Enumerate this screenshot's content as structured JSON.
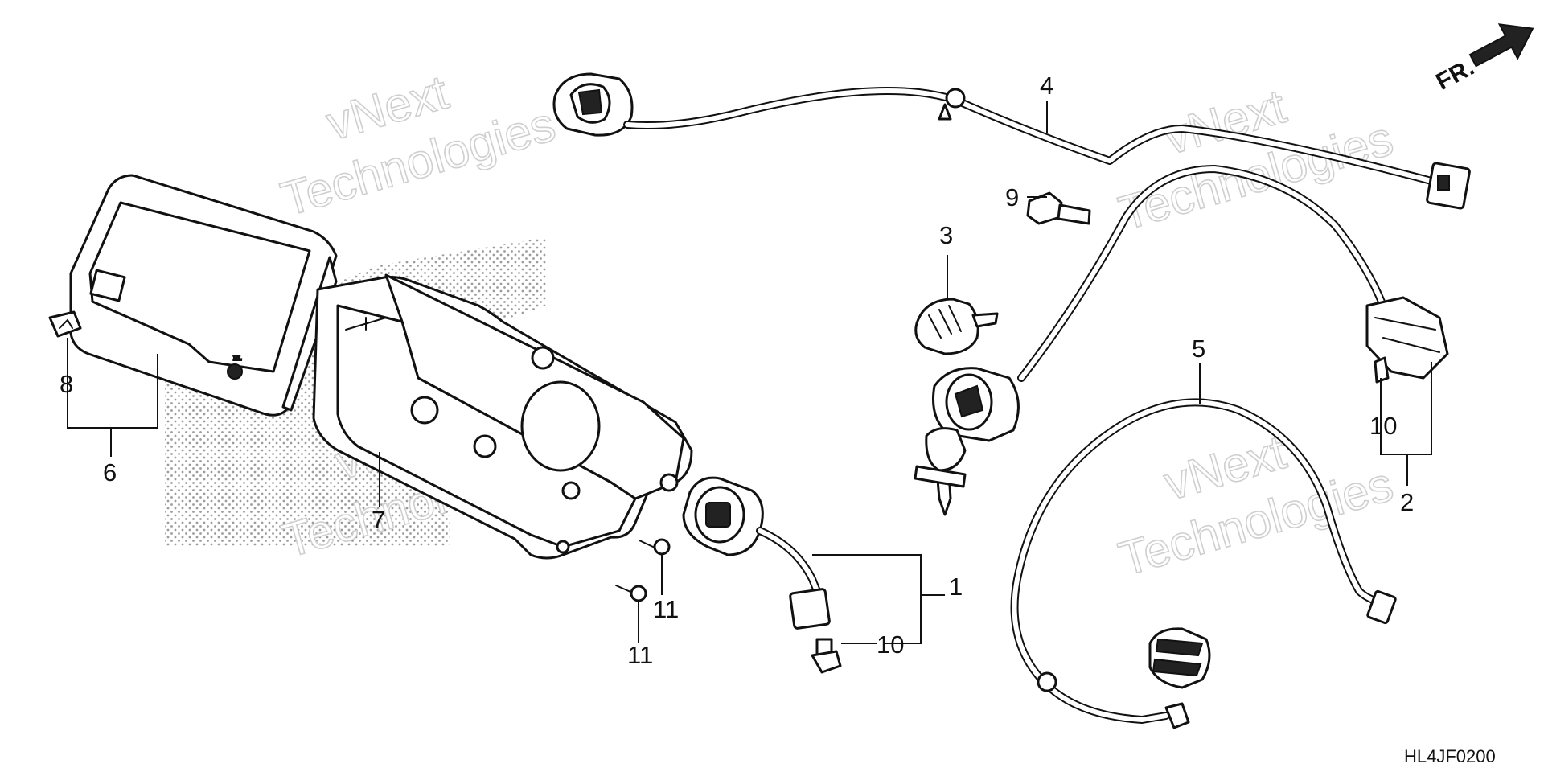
{
  "diagram_code": "HL4JF0200",
  "orientation_label": "FR.",
  "watermark": {
    "line1": "vNext",
    "line2": "Technologies"
  },
  "callouts": [
    {
      "id": "c1",
      "text": "1"
    },
    {
      "id": "c2",
      "text": "2"
    },
    {
      "id": "c3",
      "text": "3"
    },
    {
      "id": "c4",
      "text": "4"
    },
    {
      "id": "c5",
      "text": "5"
    },
    {
      "id": "c6",
      "text": "6"
    },
    {
      "id": "c7",
      "text": "7"
    },
    {
      "id": "c8",
      "text": "8"
    },
    {
      "id": "c9",
      "text": "9"
    },
    {
      "id": "c10a",
      "text": "10"
    },
    {
      "id": "c10b",
      "text": "10"
    },
    {
      "id": "c11a",
      "text": "11"
    },
    {
      "id": "c11b",
      "text": "11"
    }
  ]
}
